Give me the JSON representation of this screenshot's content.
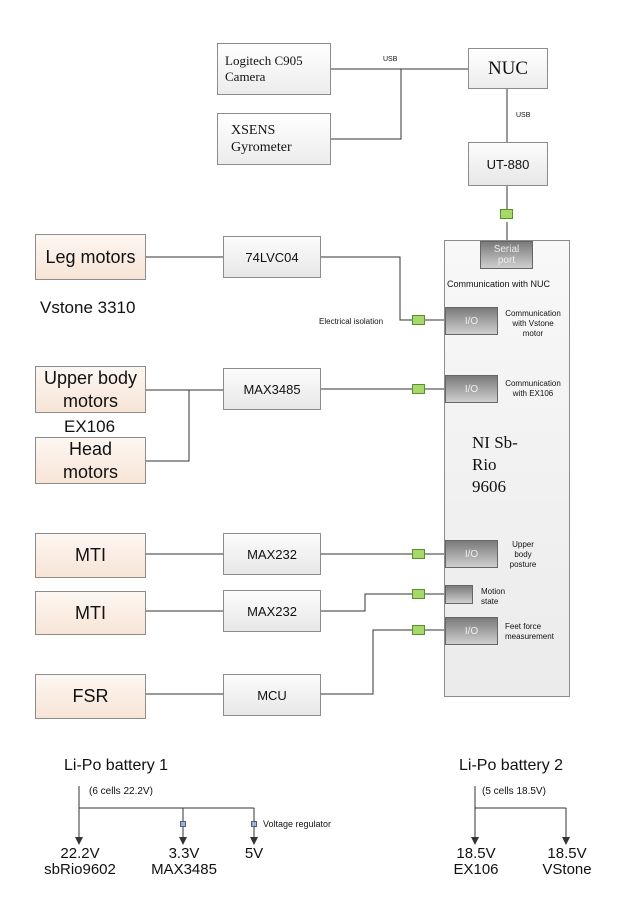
{
  "components": {
    "camera": "Logitech C905 Camera",
    "gyro": "XSENS Gyrometer",
    "nuc": "NUC",
    "ut880": "UT-880",
    "leg_motors": "Leg motors",
    "vstone": "Vstone 3310",
    "upper_body_motors": "Upper body motors",
    "ex106": "EX106",
    "head_motors": "Head motors",
    "mti_1": "MTI",
    "mti_2": "MTI",
    "fsr": "FSR",
    "chip_74lvc04": "74LVC04",
    "chip_max3485": "MAX3485",
    "chip_max232_1": "MAX232",
    "chip_max232_2": "MAX232",
    "chip_mcu": "MCU",
    "ni_board": "NI Sb-Rio 9606"
  },
  "links": {
    "usb_top": "USB",
    "usb_side": "USB",
    "electrical_isolation": "Electrical isolation",
    "communication_with_nuc": "Communication with NUC",
    "serial_port": "Serial port",
    "io_label": "I/O",
    "comm_vstone": "Communication with Vstone motor",
    "comm_ex106": "Communication with EX106",
    "upper_body_posture": "Upper body posture",
    "motion_state": "Motion state",
    "feet_force": "Feet force measurement"
  },
  "power": {
    "battery1": "Li-Po battery 1",
    "battery1_cells": "(6 cells 22.2V)",
    "voltage_regulator": "Voltage regulator",
    "out_22v": "22.2V",
    "out_22v_target": "sbRio9602",
    "out_33v": "3.3V",
    "out_33v_target": "MAX3485",
    "out_5v": "5V",
    "battery2": "Li-Po battery 2",
    "battery2_cells": "(5 cells 18.5V)",
    "out_185v_a": "18.5V",
    "out_185v_a_target": "EX106",
    "out_185v_b": "18.5V",
    "out_185v_b_target": "VStone"
  },
  "colors": {
    "wire": "#333333",
    "connector": "#a6d96a",
    "peach_fill": "#f7e4d6",
    "io_port": "#7a7a7a"
  }
}
